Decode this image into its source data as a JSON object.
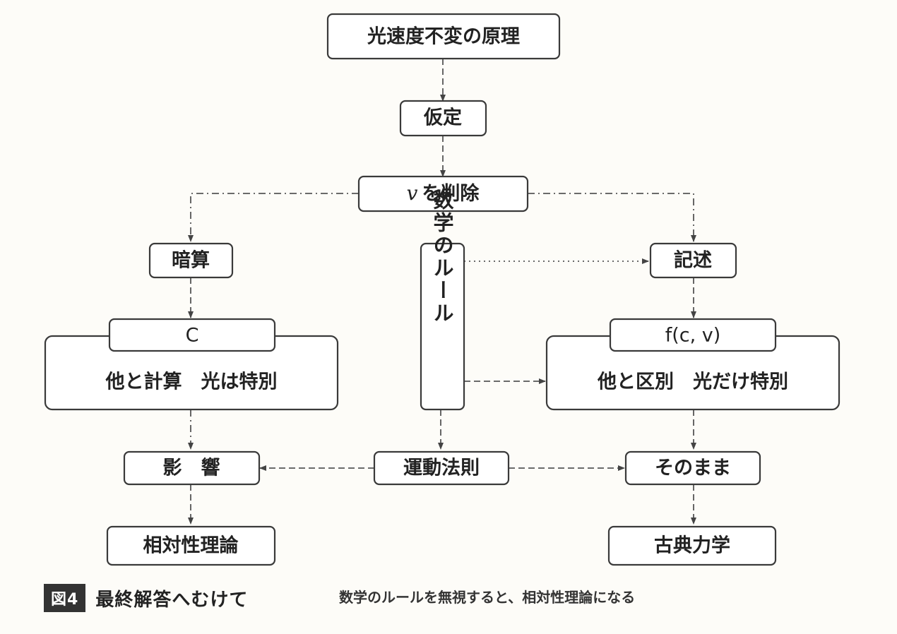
{
  "nodes": {
    "principle": "光速度不変の原理",
    "assumption": "仮定",
    "remove_v": "を削除",
    "remove_v_var": "v",
    "mental_calc": "暗算",
    "c_label": "C",
    "calc_with_others": "他と計算　光は特別",
    "math_rules": "数学のルール",
    "description": "記述",
    "f_cv": "f(c, v)",
    "distinguish_others": "他と区別　光だけ特別",
    "influence": "影　響",
    "motion_laws": "運動法則",
    "as_is": "そのまま",
    "relativity": "相対性理論",
    "classical_mechanics": "古典力学"
  },
  "figure": {
    "badge": "図4",
    "title": "最終解答へむけて",
    "caption": "数学のルールを無視すると、相対性理論になる"
  }
}
